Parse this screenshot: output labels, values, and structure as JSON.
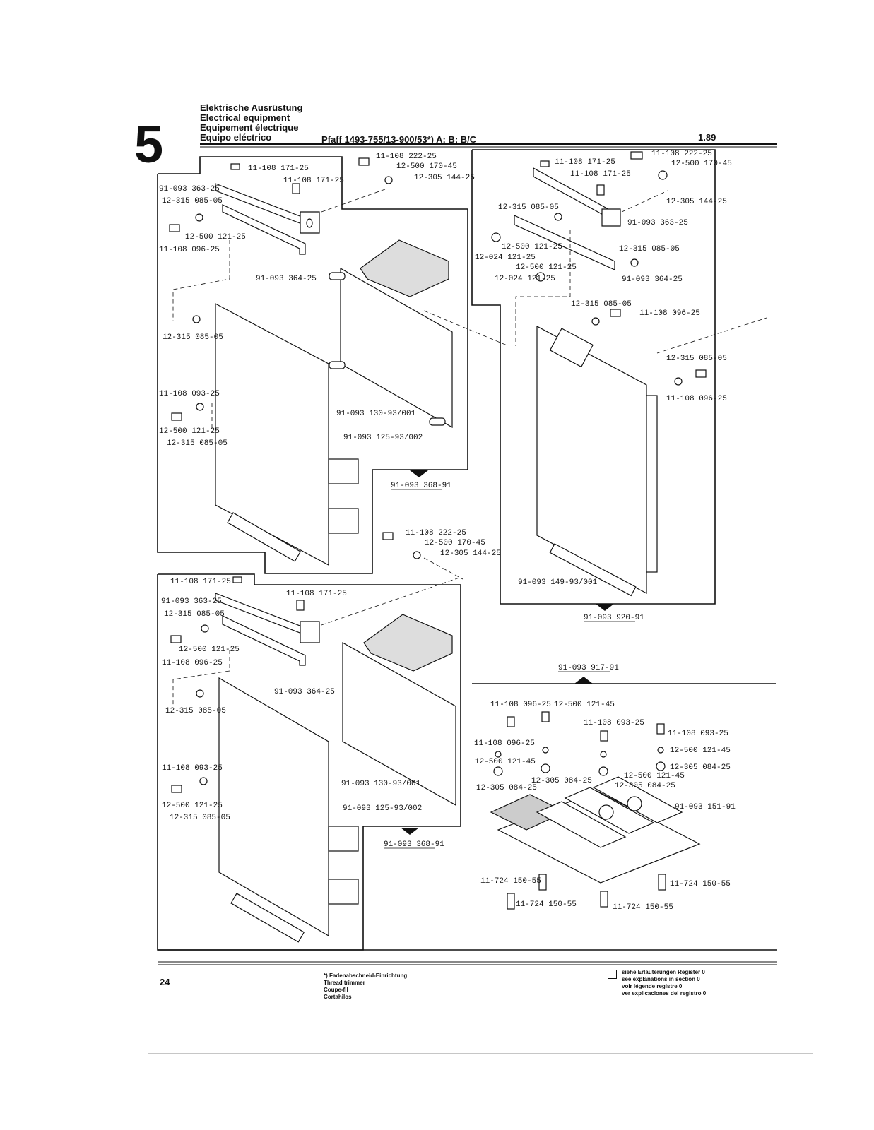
{
  "header": {
    "title_lines": [
      "Elektrische Ausrüstung",
      "Electrical equipment",
      "Equipement électrique",
      "Equipo eléctrico"
    ],
    "section_number": "5",
    "model": "Pfaff 1493-755/13-900/53*) A; B; B/C",
    "date": "1.89"
  },
  "assembly_refs": {
    "top_left": "91-093 368-91",
    "right": "91-093 920-91",
    "bottom_right_top": "91-093 917-91",
    "bottom_left": "91-093 368-91"
  },
  "labels_top_left": {
    "a1": "11-108 171-25",
    "a2": "11-108 171-25",
    "a3": "91-093 363-25",
    "a4": "12-315 085-05",
    "a5": "12-500 121-25",
    "a6": "11-108 096-25",
    "a7": "91-093 364-25",
    "a8": "12-315 085-05",
    "a9": "11-108 093-25",
    "a10": "12-500 121-25",
    "a11": "12-315 085-05",
    "a12": "91-093 130-93/001",
    "a13": "91-093 125-93/002",
    "a14": "11-108 222-25",
    "a15": "12-500 170-45",
    "a16": "12-305 144-25"
  },
  "labels_right": {
    "b1": "11-108 171-25",
    "b2": "11-108 171-25",
    "b3": "11-108 222-25",
    "b4": "12-500 170-45",
    "b5": "12-305 144-25",
    "b6": "12-315 085-05",
    "b7": "91-093 363-25",
    "b8": "12-500 121-25",
    "b9": "12-024 121-25",
    "b10": "12-500 121-25",
    "b11": "12-024 121-25",
    "b12": "12-315 085-05",
    "b13": "91-093 364-25",
    "b14": "12-315 085-05",
    "b15": "11-108 096-25",
    "b16": "12-315 085-05",
    "b17": "11-108 096-25",
    "b18": "91-093 149-93/001"
  },
  "labels_middle": {
    "m1": "11-108 222-25",
    "m2": "12-500 170-45",
    "m3": "12-305 144-25"
  },
  "labels_bottom_left": {
    "c1": "11-108 171-25",
    "c2": "11-108 171-25",
    "c3": "91-093 363-25",
    "c4": "12-315 085-05",
    "c5": "12-500 121-25",
    "c6": "11-108 096-25",
    "c7": "91-093 364-25",
    "c8": "12-315 085-05",
    "c9": "11-108 093-25",
    "c10": "12-500 121-25",
    "c11": "12-315 085-05",
    "c12": "91-093 130-93/001",
    "c13": "91-093 125-93/002"
  },
  "labels_bottom_right": {
    "d1": "11-108 096-25",
    "d2": "12-500 121-45",
    "d3": "11-108 093-25",
    "d4": "11-108 093-25",
    "d5": "11-108 096-25",
    "d6": "12-500 121-45",
    "d7": "12-500 121-45",
    "d8": "12-305 084-25",
    "d9": "12-305 084-25",
    "d10": "12-500 121-45",
    "d11": "12-305 084-25",
    "d12": "12-305 084-25",
    "d13": "91-093 151-91",
    "d14": "11-724 150-55",
    "d15": "11-724 150-55",
    "d16": "11-724 150-55",
    "d17": "11-724 150-55"
  },
  "footer": {
    "page_number": "24",
    "footnote_lines": [
      "*) Fadenabschneid-Einrichtung",
      "Thread trimmer",
      "Coupe-fil",
      "Cortahilos"
    ],
    "legend_lines": [
      "siehe Erläuterungen Register 0",
      "see explanations in section 0",
      "voir légende registre 0",
      "ver explicaciones del registro 0"
    ]
  }
}
